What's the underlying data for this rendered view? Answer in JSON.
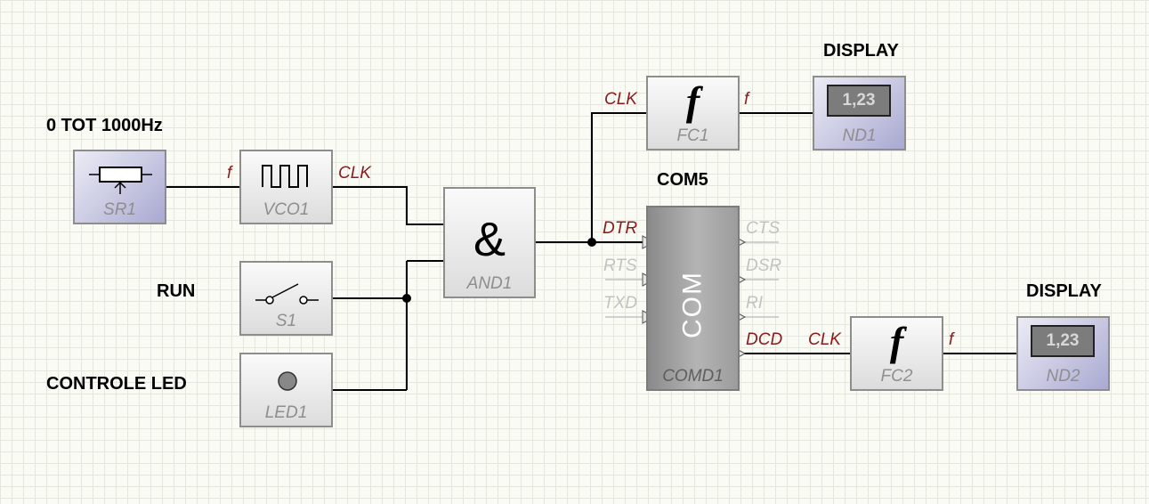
{
  "titles": {
    "range": "0 TOT 1000Hz",
    "run": "RUN",
    "led": "CONTROLE LED",
    "display1": "DISPLAY",
    "com": "COM5",
    "display2": "DISPLAY"
  },
  "blocks": {
    "sr1": "SR1",
    "vco1": "VCO1",
    "s1": "S1",
    "led1": "LED1",
    "and1": "AND1",
    "fc1": "FC1",
    "nd1": "ND1",
    "comd1": "COMD1",
    "fc2": "FC2",
    "nd2": "ND2"
  },
  "glyphs": {
    "f": "f",
    "and": "&",
    "com": "COM",
    "display_value": "1,23"
  },
  "pins": {
    "sr1_out": "f",
    "vco1_out": "CLK",
    "fc1_in": "CLK",
    "fc1_out": "f",
    "dtr": "DTR",
    "rts": "RTS",
    "txd": "TXD",
    "cts": "CTS",
    "dsr": "DSR",
    "ri": "RI",
    "dcd": "DCD",
    "fc2_in": "CLK",
    "fc2_out": "f"
  },
  "icons": {
    "sr1": "potentiometer-icon",
    "vco1": "square-wave-icon",
    "s1": "switch-icon",
    "led1": "led-icon"
  },
  "colors": {
    "wire": "#000000",
    "pin_active": "#8b1a1a",
    "pin_inactive": "#c2c2c2",
    "block_blue": "#a9a9d2",
    "block_grey": "#dcdcdc",
    "com_block": "#9c9c9c"
  }
}
